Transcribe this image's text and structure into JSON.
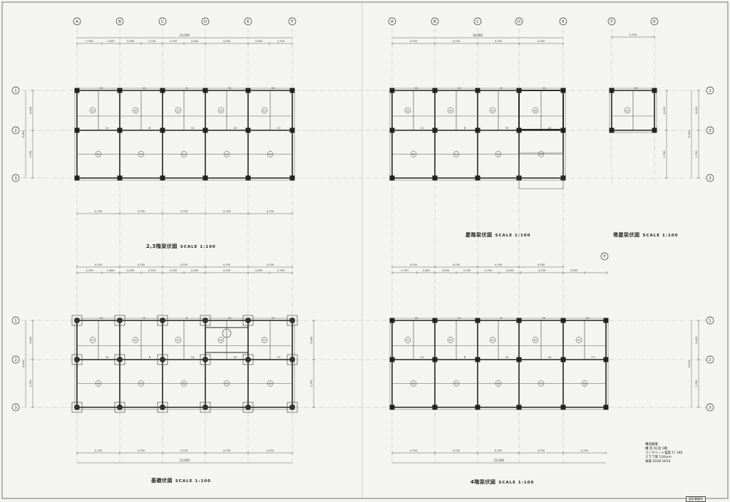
{
  "sheet": {
    "col_labels_left": [
      "A",
      "B",
      "C",
      "D",
      "E",
      "F"
    ],
    "col_labels_right": [
      "A",
      "B",
      "C",
      "D",
      "E",
      "F",
      "E"
    ],
    "row_labels": [
      "1",
      "2",
      "3"
    ],
    "overall_dim_top": "23,500",
    "sub_dims_top": [
      "2,700",
      "2,000",
      "2,000",
      "2,700",
      "2,700",
      "2,000",
      "4,700",
      "2,000",
      "2,700"
    ],
    "bay_dims": [
      "4,700",
      "4,700",
      "4,700",
      "4,700",
      "4,700"
    ],
    "overall_dim_right_top": "18,800",
    "penthouse_dim": "4,700",
    "row_dims": [
      "6,400",
      "2,700"
    ],
    "overall_row_dim": "9,400",
    "foundation_total": "23,000",
    "fourth_total": "23,500",
    "beam_tags": [
      "2G",
      "1G",
      "B",
      "3G",
      "4G",
      "CG",
      "S1",
      "S2"
    ]
  },
  "drawings": [
    {
      "title": "2,3階梁伏図",
      "scale": "SCALE 1:100"
    },
    {
      "title": "屋階梁伏図",
      "scale": "SCALE 1:100"
    },
    {
      "title": "塔屋梁伏図",
      "scale": "SCALE 1:100"
    },
    {
      "title": "基礎伏図",
      "scale": "SCALE 1:100"
    },
    {
      "title": "4階梁伏図",
      "scale": "SCALE 1:100"
    }
  ],
  "notes": {
    "heading": "構造概要",
    "lines": [
      "構 造 RC造 5階",
      "コンクリート強度 Fc 180",
      "スラブ厚 120mm",
      "鉄筋 SD30 SR24"
    ]
  },
  "stamp": "設計事務所"
}
